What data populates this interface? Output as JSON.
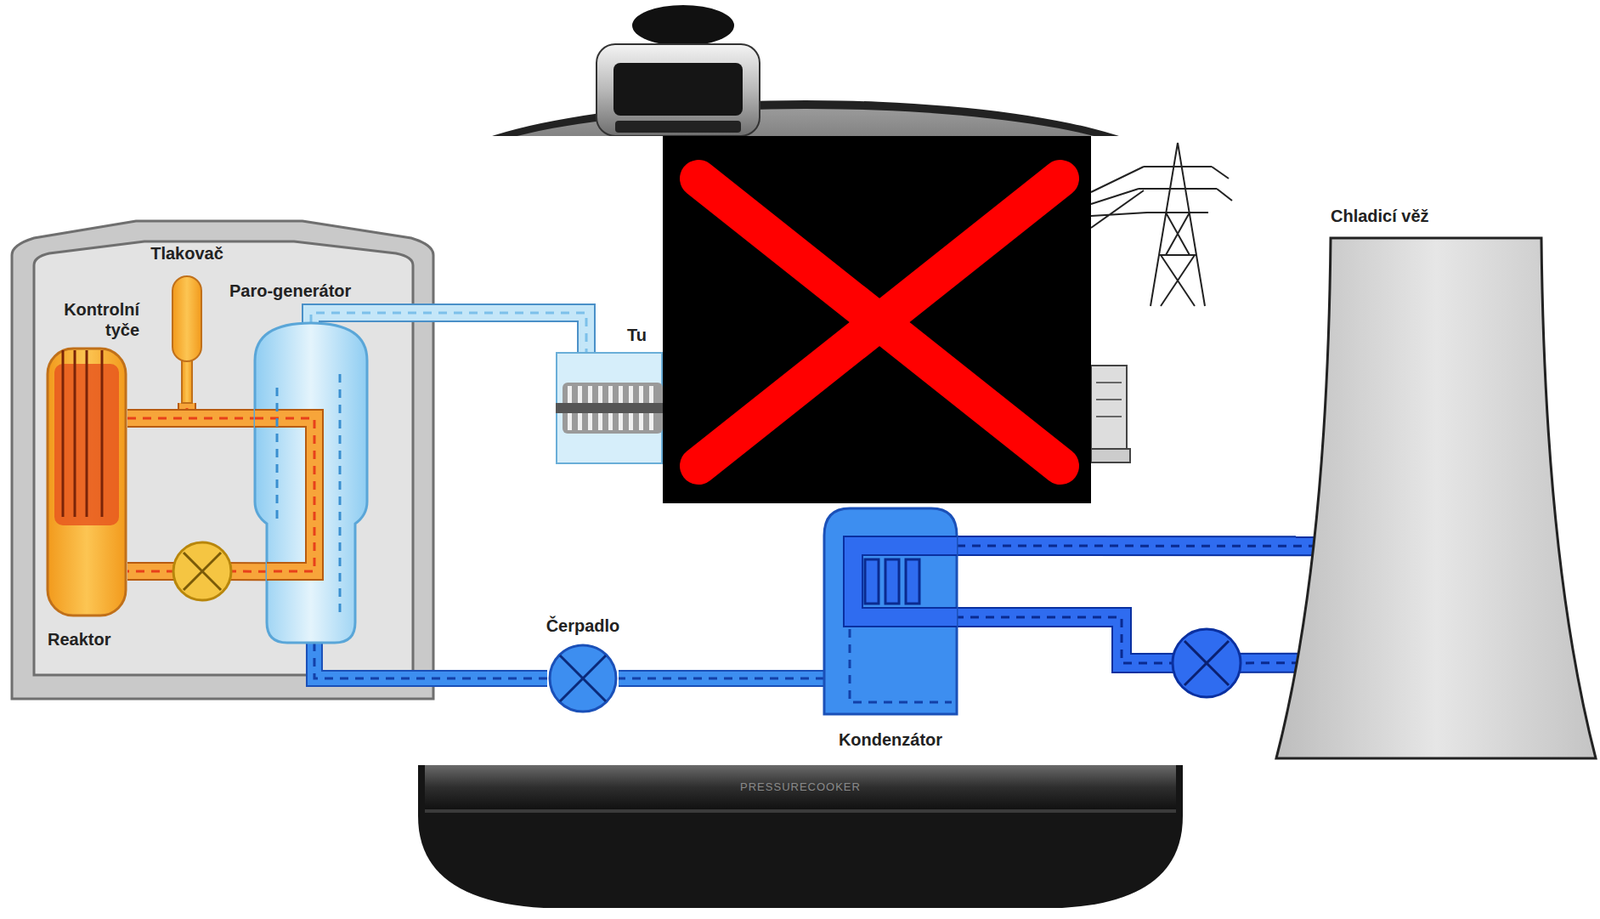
{
  "diagram": {
    "nodes": [
      {
        "text": [
          "Reaktor"
        ]
      },
      {
        "text": [
          "Tlakovač"
        ]
      },
      {
        "text": [
          "Paro-generátor"
        ]
      },
      {
        "text": [
          "Tu"
        ]
      },
      {
        "text": [
          "Čerpadlo"
        ]
      },
      {
        "text": [
          "Kondenzátor"
        ]
      },
      {
        "text": [
          "Chladicí věž"
        ]
      }
    ],
    "edges": [
      {
        "from": 0,
        "to": 1,
        "arrow": "none"
      },
      {
        "from": 0,
        "to": 2,
        "arrow": "none"
      },
      {
        "from": 2,
        "to": 0,
        "arrow": "none"
      },
      {
        "from": 2,
        "to": 3,
        "arrow": "none"
      },
      {
        "from": 5,
        "to": 4,
        "arrow": "none"
      },
      {
        "from": 4,
        "to": 2,
        "arrow": "none"
      },
      {
        "from": 5,
        "to": 6,
        "arrow": "none"
      },
      {
        "from": 6,
        "to": 5,
        "arrow": "none"
      }
    ],
    "labels": [
      "Kontrolní tyče",
      "PRESSURECOOKER"
    ]
  }
}
